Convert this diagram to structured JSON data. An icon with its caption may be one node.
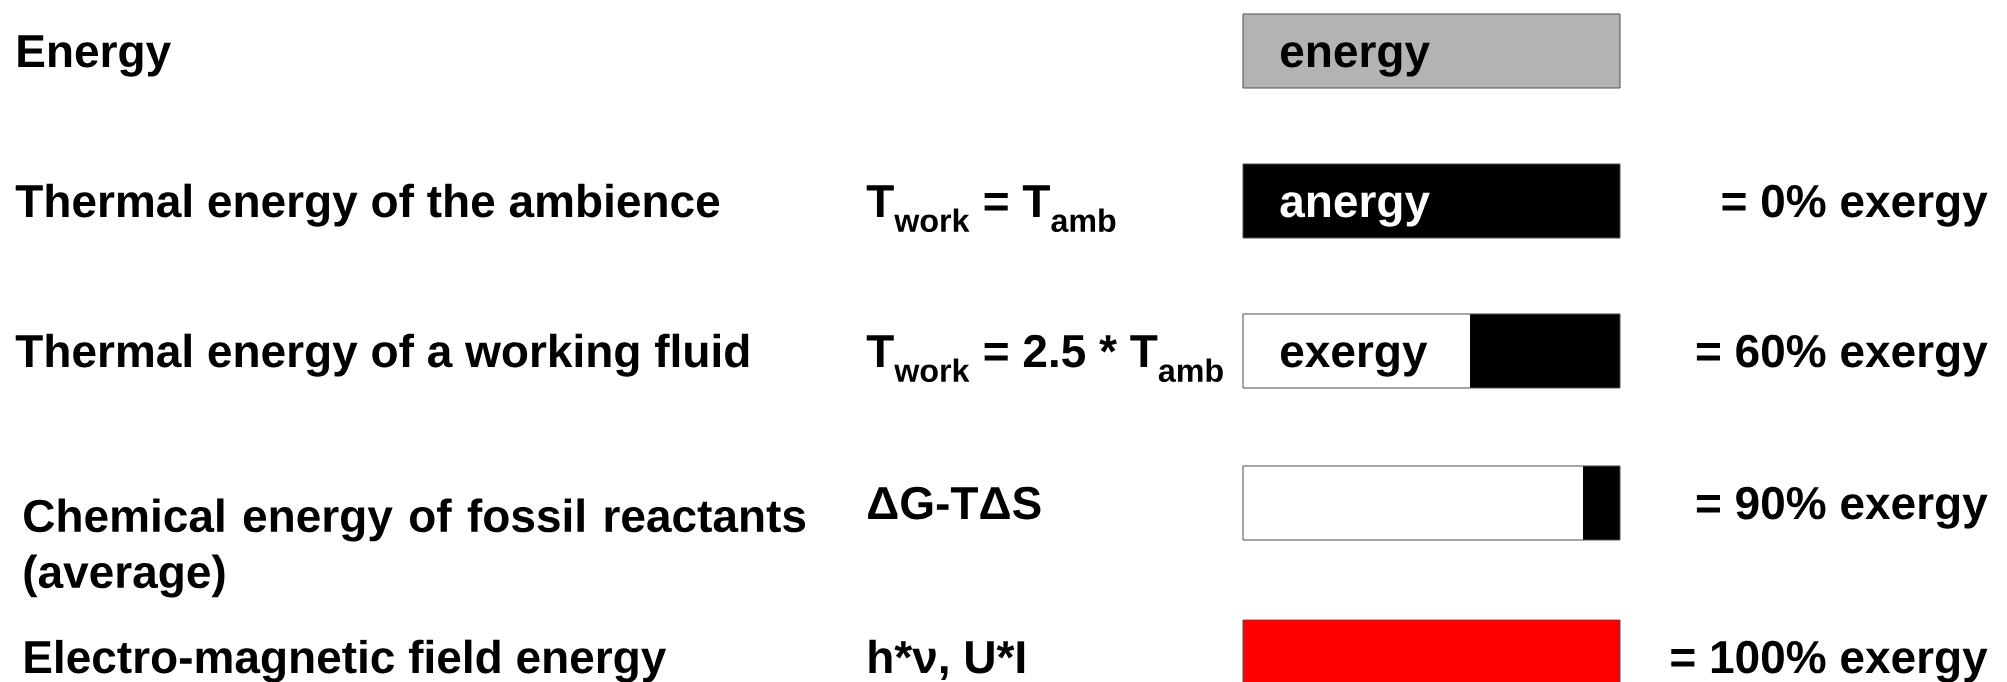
{
  "diagram": {
    "nodes": [
      {
        "text": [
          "energy"
        ]
      },
      {
        "text": [
          "anergy"
        ]
      },
      {
        "text": [
          "exergy"
        ]
      },
      {
        "text": [],
        "shape": "bar"
      },
      {
        "text": [],
        "shape": "bar"
      }
    ],
    "labels": [
      "Energy",
      "Thermal energy of the ambience",
      "T$_{work}$ = T$_{amb}$",
      "= 0% exergy",
      "Thermal energy of a working fluid",
      "T$_{work}$ = 2.5 * T$_{amb}$",
      "= 60% exergy",
      "Chemical energy of fossil reactants (average)",
      "ΔG-TΔS",
      "= 90% exergy",
      "Electro-magnetic field energy",
      "h*ν, U*I",
      "= 100% exergy"
    ]
  }
}
